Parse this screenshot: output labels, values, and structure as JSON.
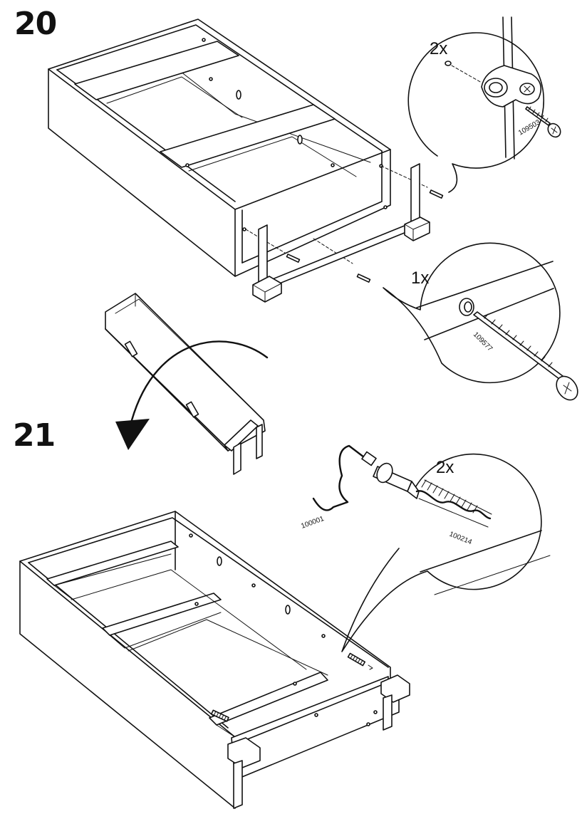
{
  "steps": [
    {
      "number": "20",
      "callouts": [
        {
          "quantity": "2x",
          "part_number": "109503",
          "part": "screw-with-bracket"
        },
        {
          "quantity": "1x",
          "part_number": "109577",
          "part": "long-screw"
        }
      ]
    },
    {
      "number": "21",
      "tool_part_number": "100001",
      "callouts": [
        {
          "quantity": "2x",
          "part_number": "100214",
          "part": "cam-screw"
        }
      ]
    }
  ]
}
